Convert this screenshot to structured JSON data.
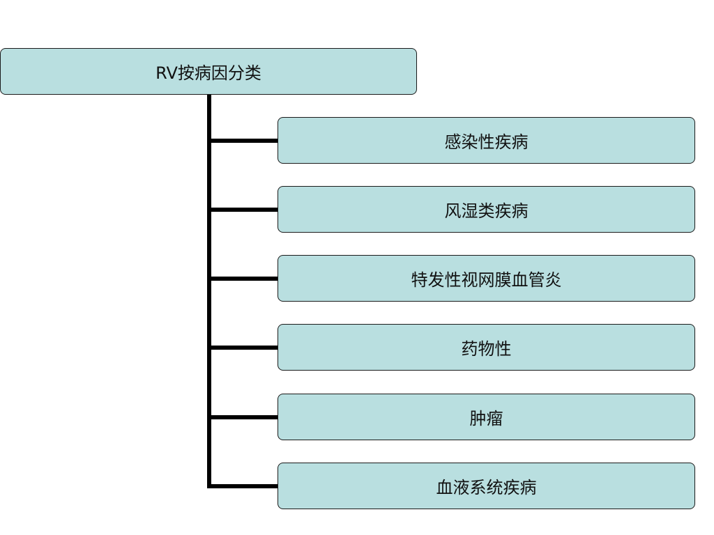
{
  "diagram": {
    "root": {
      "label": "RV按病因分类"
    },
    "children": [
      {
        "label": "感染性疾病"
      },
      {
        "label": "风湿类疾病"
      },
      {
        "label": "特发性视网膜血管炎"
      },
      {
        "label": "药物性"
      },
      {
        "label": "肿瘤"
      },
      {
        "label": "血液系统疾病"
      }
    ]
  },
  "colors": {
    "node_fill": "#b9dfe0",
    "node_border": "#1a1a1a",
    "connector": "#000000"
  }
}
